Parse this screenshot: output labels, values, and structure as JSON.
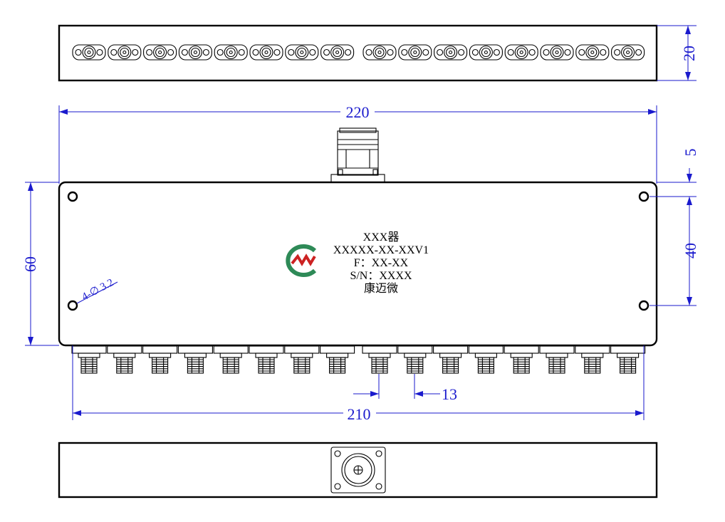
{
  "dimensions": {
    "top_height": "20",
    "overall_width": "220",
    "hole_offset": "5",
    "hole_spacing": "40",
    "body_height": "60",
    "hole_callout": "4-∅ 3.2",
    "port_pitch": "13",
    "port_span": "210"
  },
  "nameplate": {
    "line1": "XXX器",
    "line2": "XXXXX-XX-XXV1",
    "line3": "F：XX-XX",
    "line4": "S/N：XXXX",
    "line5": "康迈微"
  },
  "logo": {
    "icon": "company-logo-icon",
    "color": "#cc2222",
    "ring_color": "#2e8a57"
  },
  "output_ports": {
    "count": 16
  },
  "colors": {
    "dimension": "#1a1acd",
    "outline": "#000000"
  }
}
